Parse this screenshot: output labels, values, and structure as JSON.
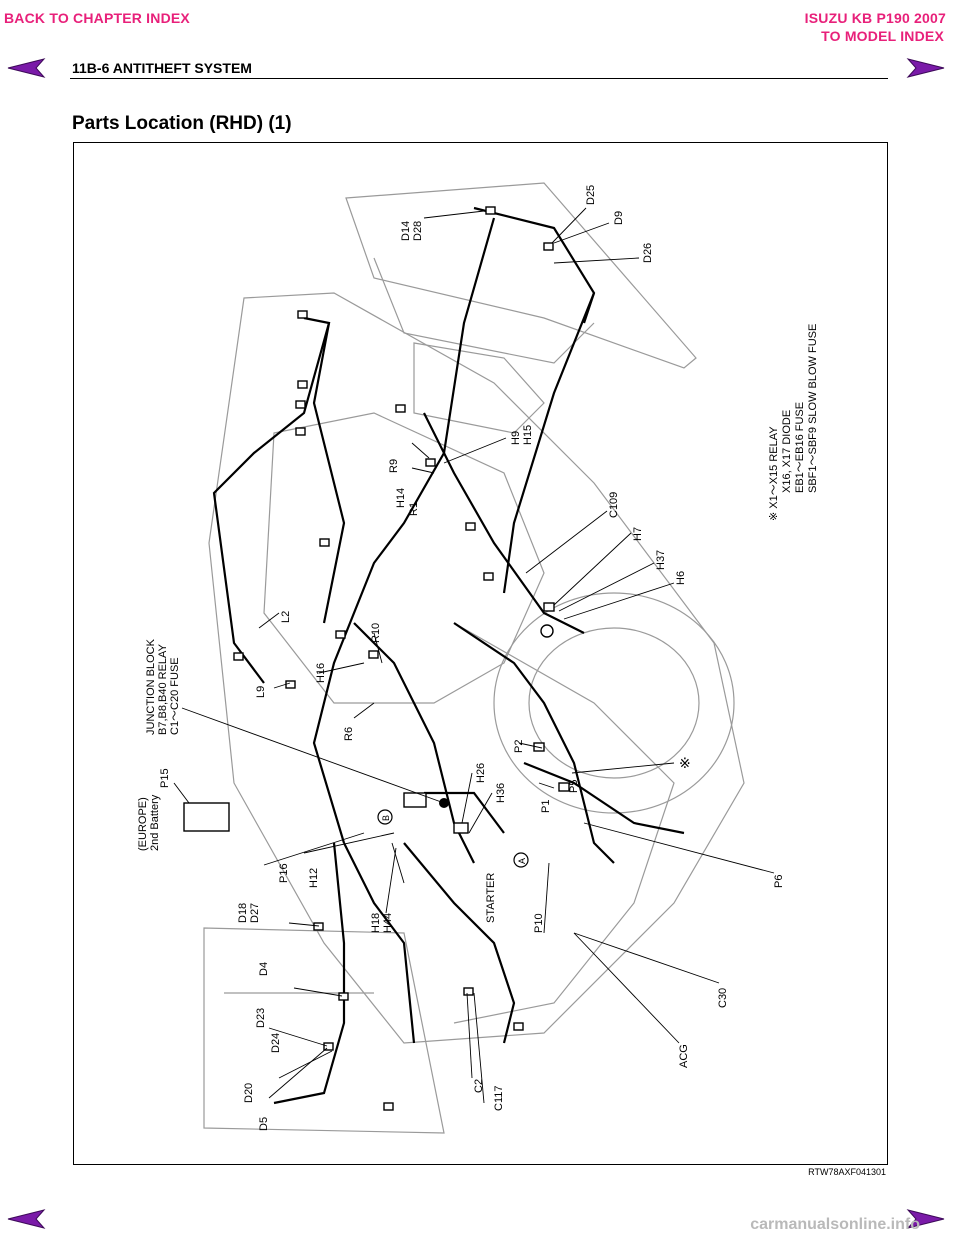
{
  "nav": {
    "back_to_chapter": "BACK TO CHAPTER INDEX",
    "model_title": "ISUZU KB P190 2007",
    "to_model_index": "TO MODEL INDEX",
    "link_color": "#e8207a",
    "arrow_color": "#7a1aa8"
  },
  "header": {
    "title": "11B-6 ANTITHEFT SYSTEM"
  },
  "section": {
    "title": "Parts Location (RHD) (1)"
  },
  "figure": {
    "id": "RTW78AXF041301"
  },
  "watermark": "carmanualsonline.info",
  "labels": {
    "D14": "D14",
    "D28": "D28",
    "D25": "D25",
    "D9": "D9",
    "D26": "D26",
    "H9": "H9",
    "H15": "H15",
    "R9": "R9",
    "H14": "H14",
    "R1": "R1",
    "C109": "C109",
    "H7": "H7",
    "H37": "H37",
    "H6": "H6",
    "L2": "L2",
    "R10": "R10",
    "H16": "H16",
    "L9": "L9",
    "R6": "R6",
    "JB_1": "JUNCTION BLOCK",
    "JB_2": "B7,B8,B40 RELAY",
    "JB_3": "C1～C20 FUSE",
    "P15": "P15",
    "EU_1": "(EUROPE)",
    "EU_2": "2nd Battery",
    "P2": "P2",
    "H26": "H26",
    "H36": "H36",
    "P1": "P1",
    "P5": "P5",
    "P16": "P16",
    "H12": "H12",
    "D18": "D18",
    "D27": "D27",
    "H18": "H18",
    "H44": "H44",
    "STARTER": "STARTER",
    "P10": "P10",
    "D4": "D4",
    "D23": "D23",
    "D24": "D24",
    "D20": "D20",
    "D5": "D5",
    "C2": "C2",
    "C117": "C117",
    "ACG": "ACG",
    "C30": "C30",
    "P6": "P6",
    "mark": "※",
    "A": "A",
    "B": "B",
    "NOTE_1": "※ X1～X15        RELAY",
    "NOTE_2": "X16, X17         DIODE",
    "NOTE_3": "EB1～EB16    FUSE",
    "NOTE_4": "SBF1～SBF9  SLOW BLOW FUSE"
  }
}
